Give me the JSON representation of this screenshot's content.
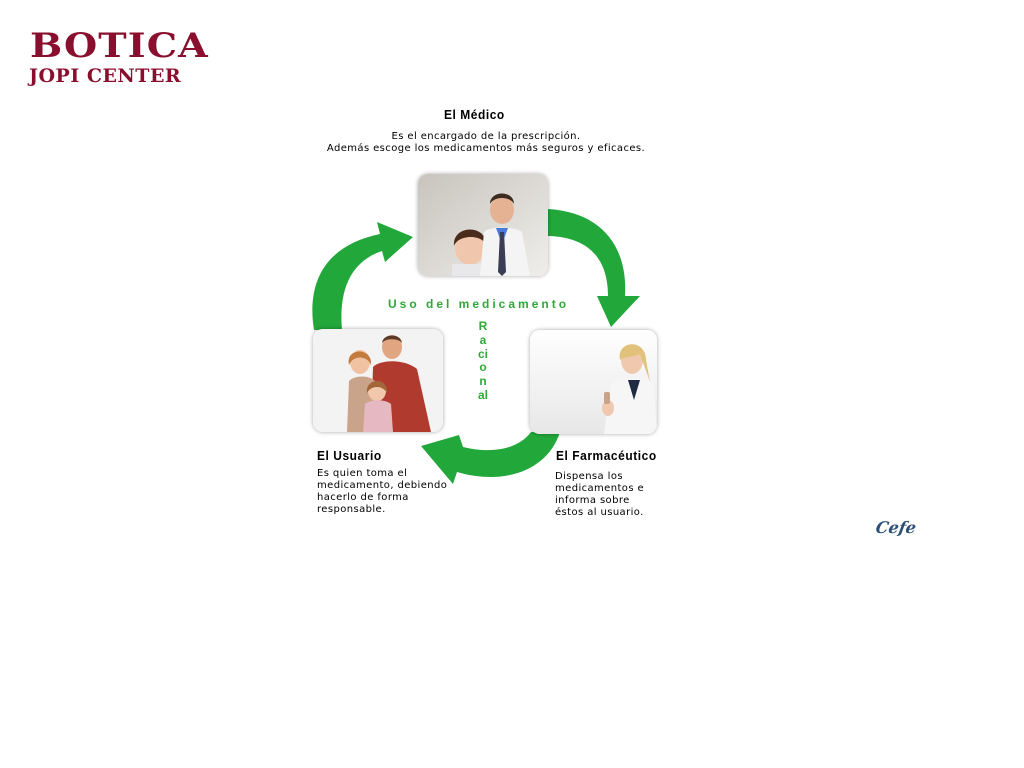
{
  "logo": {
    "line1": "BOTICA",
    "line2": "JOPI CENTER",
    "color": "#8a0f2e"
  },
  "medico": {
    "title": "El Médico",
    "line1": "Es el encargado de la prescripción.",
    "line2": "Además escoge los medicamentos más seguros y eficaces."
  },
  "usuario": {
    "title": "El Usuario",
    "lines": [
      "Es quien toma el",
      "medicamento, debiendo",
      "hacerlo de forma",
      "responsable."
    ]
  },
  "farmaceutico": {
    "title": "El Farmacéutico",
    "lines": [
      "Dispensa los",
      "medicamentos e",
      "informa sobre",
      "éstos al usuario."
    ]
  },
  "cycle": {
    "label": "Uso del medicamento",
    "vertical": "Racional",
    "arrow_color": "#22a83a",
    "text_color": "#2fa83a"
  },
  "signature": "Cefe"
}
